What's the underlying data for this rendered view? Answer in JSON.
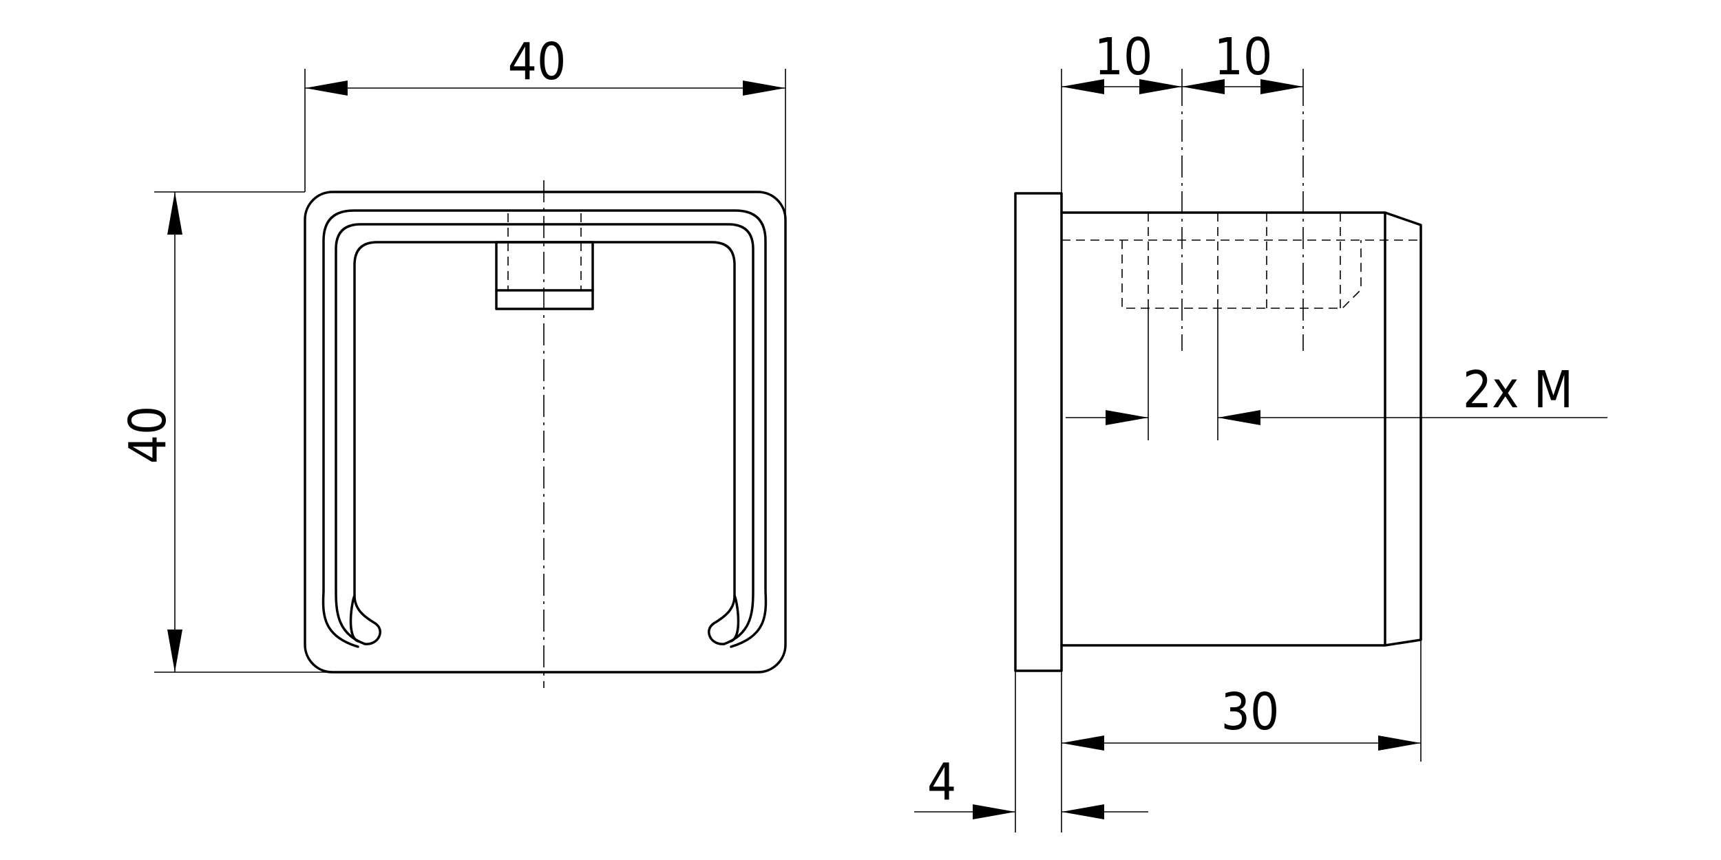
{
  "front_view": {
    "width_label": "40",
    "height_label": "40"
  },
  "side_view": {
    "hole_spacing_1_label": "10",
    "hole_spacing_2_label": "10",
    "thread_label": "2x M",
    "body_length_label": "30",
    "flange_thickness_label": "4"
  }
}
